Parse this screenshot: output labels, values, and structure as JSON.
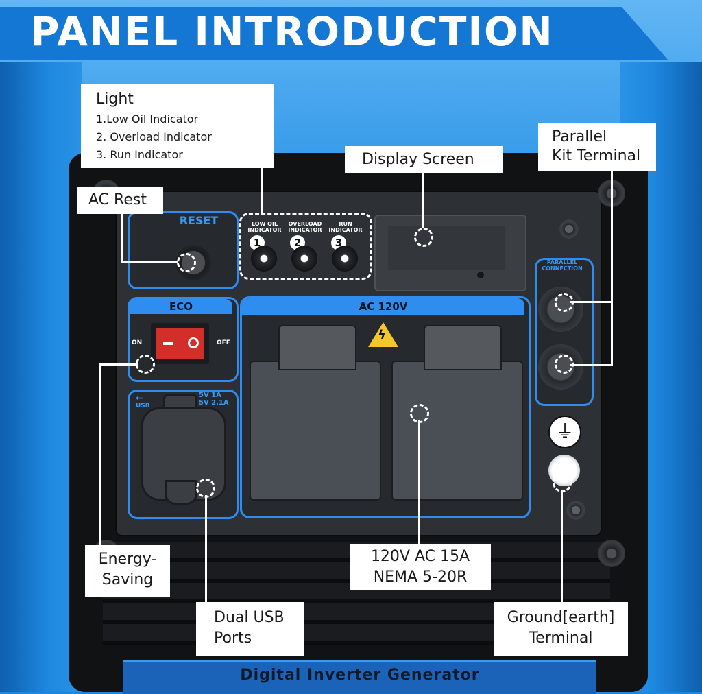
{
  "header": {
    "title": "PANEL INTRODUCTION"
  },
  "callouts": {
    "light": {
      "title": "Light",
      "items": [
        "1.Low Oil Indicator",
        "2. Overload Indicator",
        "3. Run Indicator"
      ]
    },
    "ac_rest": "AC Rest",
    "display_screen": "Display Screen",
    "parallel_kit": [
      "Parallel",
      "Kit Terminal"
    ],
    "energy_saving": [
      "Energy-",
      "Saving"
    ],
    "dual_usb": [
      "Dual USB",
      "Ports"
    ],
    "ac_outlet": [
      "120V AC 15A",
      "NEMA 5-20R"
    ],
    "ground": [
      "Ground[earth]",
      "Terminal"
    ]
  },
  "panel": {
    "reset_label": "RESET",
    "indicators": [
      {
        "label_line1": "LOW OIL",
        "label_line2": "INDICATOR",
        "number": "1"
      },
      {
        "label_line1": "OVERLOAD",
        "label_line2": "INDICATOR",
        "number": "2"
      },
      {
        "label_line1": "RUN",
        "label_line2": "INDICATOR",
        "number": "3"
      }
    ],
    "eco_label": "ECO",
    "eco_on": "ON",
    "eco_off": "OFF",
    "usb_label": "USB",
    "usb_spec_1": "5V 1A",
    "usb_spec_2": "5V 2.1A",
    "ac_label": "AC  120V",
    "parallel_label_1": "PARALLEL",
    "parallel_label_2": "CONNECTION",
    "nameplate": "Digital Inverter Generator"
  },
  "colors": {
    "brand_blue": "#1477d3",
    "accent_blue": "#2f8df0",
    "panel_dark": "#2d3136",
    "warning_yellow": "#f4c82b",
    "eco_red": "#d32e2a"
  }
}
